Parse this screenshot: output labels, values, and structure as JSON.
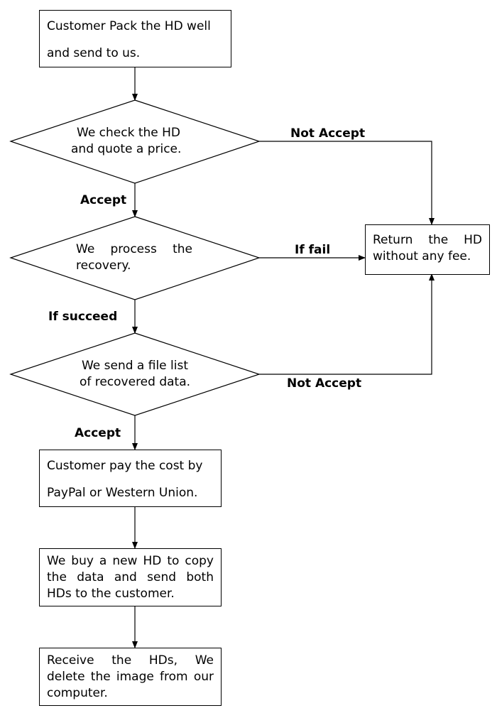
{
  "nodes": {
    "pack": {
      "line1": "Customer Pack the HD well",
      "line2": "and send to us."
    },
    "check": {
      "line1": "We check the HD",
      "line2": "and quote a price."
    },
    "process": {
      "line1": "We process the",
      "line2": "recovery."
    },
    "filelist": {
      "line1": "We send a file list",
      "line2": "of recovered data."
    },
    "return": {
      "line1": "Return the HD",
      "line2": "without any fee."
    },
    "pay": {
      "line1": "Customer pay the cost by",
      "line2": "PayPal or Western Union."
    },
    "buy": {
      "line1": "We buy a new HD to copy",
      "line2": "the data and send both",
      "line3": "HDs to the customer."
    },
    "receive": {
      "line1": "Receive the HDs, We",
      "line2": "delete the image from our",
      "line3": "computer."
    }
  },
  "labels": {
    "not_accept_1": "Not Accept",
    "accept_1": "Accept",
    "if_fail": "If fail",
    "if_succeed": "If succeed",
    "not_accept_2": "Not Accept",
    "accept_2": "Accept"
  }
}
